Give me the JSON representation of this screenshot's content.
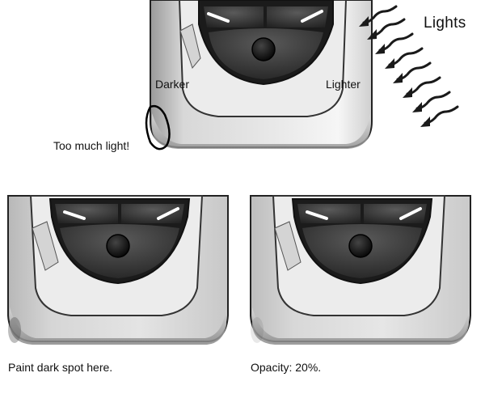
{
  "annotations": {
    "lights": "Lights",
    "darker": "Darker",
    "lighter": "Lighter",
    "too_much_light": "Too much light!"
  },
  "captions": {
    "left": "Paint dark spot here.",
    "right": "Opacity: 20%."
  },
  "colors": {
    "body_light": "#e6e6e6",
    "body_mid": "#bfbfbf",
    "body_dark": "#8a8a8a",
    "outline": "#1e1e1e",
    "button_dark": "#2b2b2b",
    "button_mid": "#4a4a4a",
    "arrow": "#1a1a1a"
  }
}
